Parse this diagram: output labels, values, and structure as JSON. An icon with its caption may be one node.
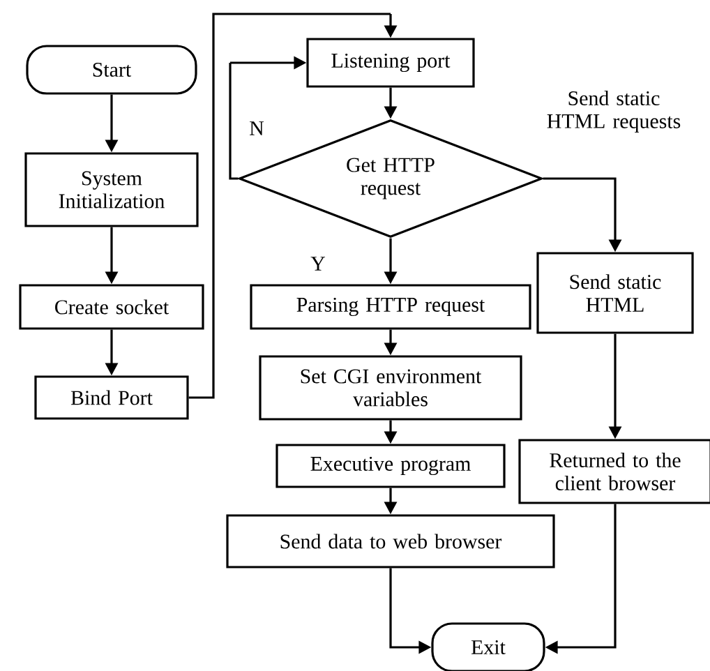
{
  "diagram": {
    "nodes": [
      {
        "text": [
          "Start"
        ]
      },
      {
        "text": [
          "System Initialization"
        ]
      },
      {
        "text": [
          "Create socket"
        ]
      },
      {
        "text": [
          "Bind Port"
        ]
      },
      {
        "text": [
          "Listening port"
        ]
      },
      {
        "text": [
          "Get HTTP request"
        ]
      },
      {
        "text": [
          "Send static HTML"
        ]
      },
      {
        "text": [
          "Parsing HTTP request"
        ]
      },
      {
        "text": [
          "Set CGI environment variables"
        ]
      },
      {
        "text": [
          "Executive program"
        ]
      },
      {
        "text": [
          "Returned to the client browser"
        ]
      },
      {
        "text": [
          "Send data to web browser"
        ]
      },
      {
        "text": [
          "Exit"
        ]
      }
    ],
    "edges": [
      {
        "from": 0,
        "to": 1,
        "arrow": "to"
      },
      {
        "from": 1,
        "to": 2,
        "arrow": "to"
      },
      {
        "from": 2,
        "to": 3,
        "arrow": "to"
      },
      {
        "from": 3,
        "to": 4,
        "arrow": "to"
      },
      {
        "from": 4,
        "to": 5,
        "arrow": "to"
      },
      {
        "from": 5,
        "to": 4,
        "arrow": "to",
        "label": "N"
      },
      {
        "from": 5,
        "to": 7,
        "arrow": "to",
        "label": "Y"
      },
      {
        "from": 5,
        "to": 6,
        "arrow": "to",
        "label": "Send static HTML requests"
      },
      {
        "from": 7,
        "to": 8,
        "arrow": "to"
      },
      {
        "from": 8,
        "to": 9,
        "arrow": "to"
      },
      {
        "from": 9,
        "to": 11,
        "arrow": "to"
      },
      {
        "from": 6,
        "to": 10,
        "arrow": "to"
      },
      {
        "from": 11,
        "to": 12,
        "arrow": "to"
      },
      {
        "from": 10,
        "to": 12,
        "arrow": "to"
      }
    ]
  }
}
